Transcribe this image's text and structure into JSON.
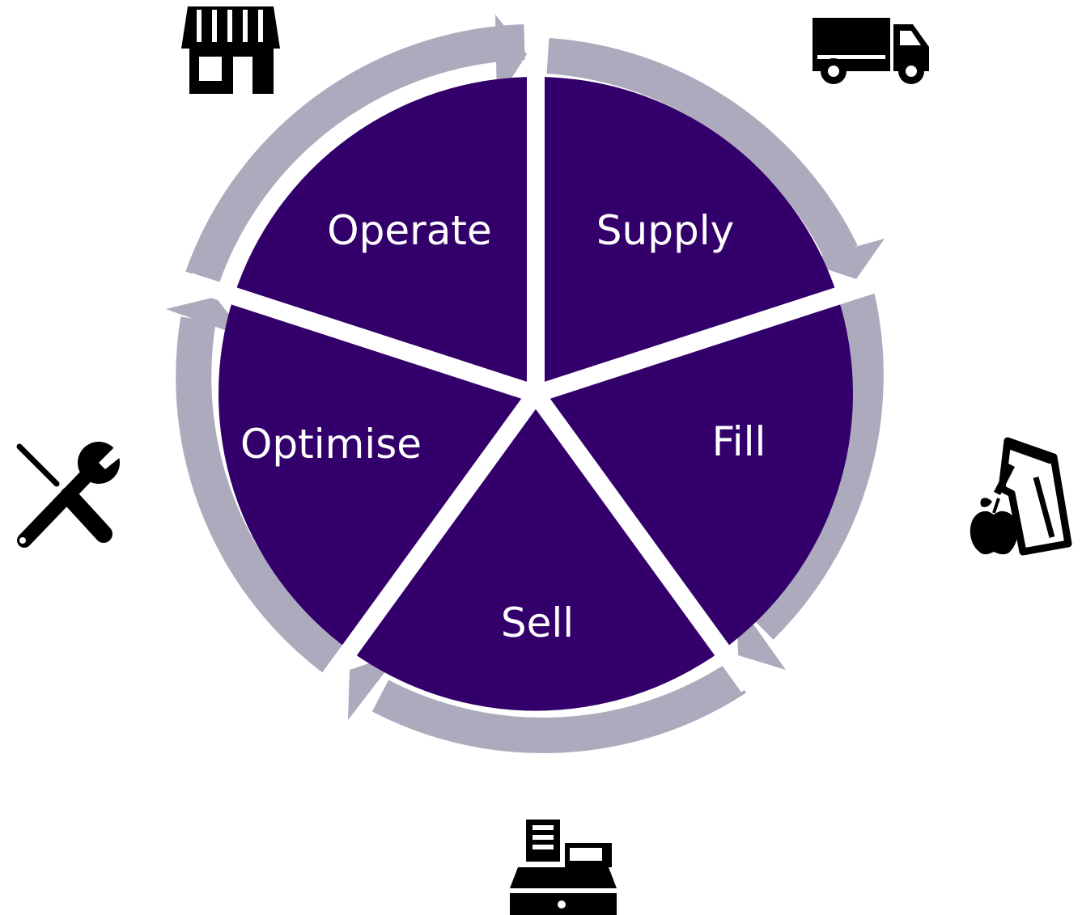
{
  "diagram": {
    "colors": {
      "segment_fill": "#33006b",
      "ring_color": "#aeaabe",
      "gap_color": "#ffffff",
      "icon_color": "#000000",
      "label_color": "#ffffff"
    },
    "segments": [
      {
        "label": "Operate",
        "icon": "store-icon"
      },
      {
        "label": "Supply",
        "icon": "truck-icon"
      },
      {
        "label": "Fill",
        "icon": "grocery-bag-apple-icon"
      },
      {
        "label": "Sell",
        "icon": "cash-register-icon"
      },
      {
        "label": "Optimise",
        "icon": "tools-icon"
      }
    ]
  }
}
